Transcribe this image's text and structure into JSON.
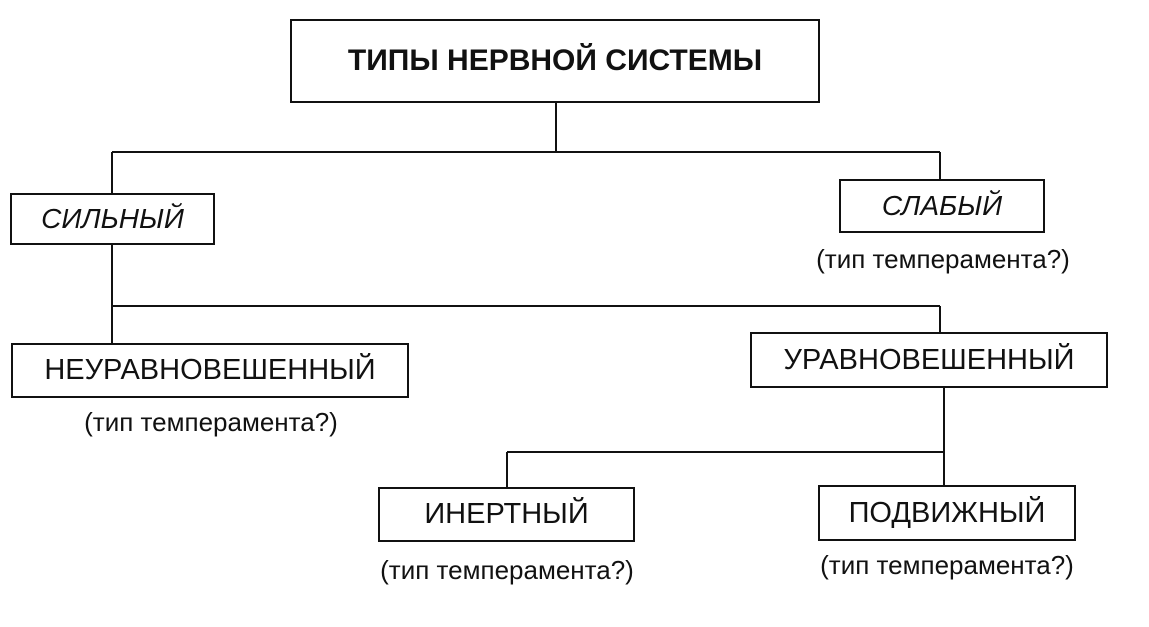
{
  "diagram": {
    "root": "ТИПЫ НЕРВНОЙ СИСТЕМЫ",
    "strong": "СИЛЬНЫЙ",
    "weak": "СЛАБЫЙ",
    "weak_note": "(тип темперамента?)",
    "unbalanced": "НЕУРАВНОВЕШЕННЫЙ",
    "unbalanced_note": "(тип темперамента?)",
    "balanced": "УРАВНОВЕШЕННЫЙ",
    "inert": "ИНЕРТНЫЙ",
    "inert_note": "(тип темперамента?)",
    "mobile": "ПОДВИЖНЫЙ",
    "mobile_note": "(тип темперамента?)"
  }
}
